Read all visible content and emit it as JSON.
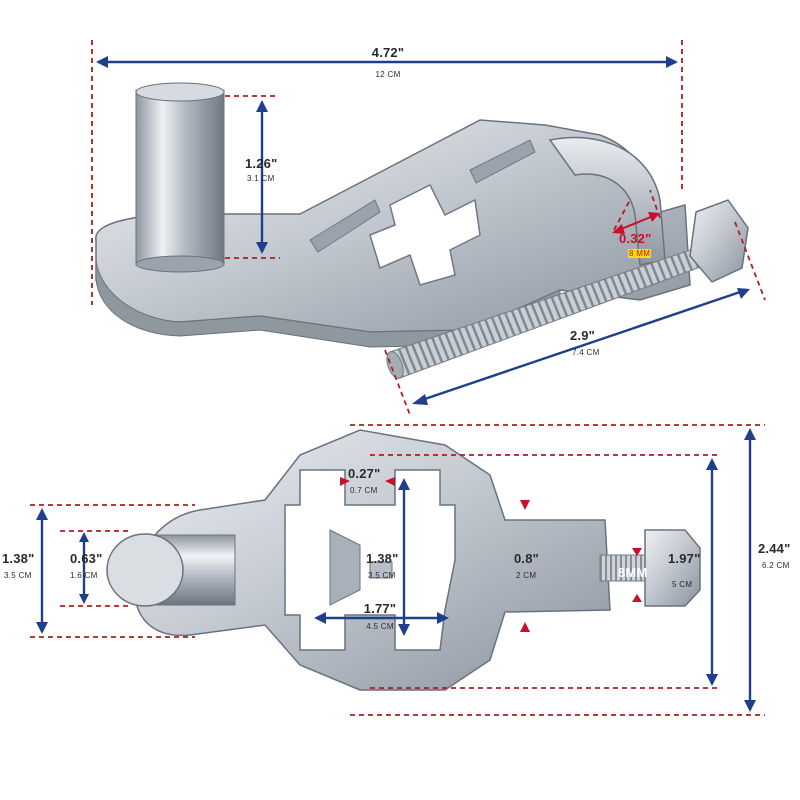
{
  "colors": {
    "dimension_line": "#1f3f8c",
    "guide_line": "#b01e1e",
    "marker": "#c8102e",
    "metal_light": "#e6e9ee",
    "metal_mid": "#b8bfc8",
    "metal_dark": "#7d8590",
    "highlight": "#f4e10a"
  },
  "top_view": {
    "overall_length": {
      "inch": "4.72\"",
      "cm": "12 CM"
    },
    "pin_height": {
      "inch": "1.26\"",
      "cm": "3.1 CM"
    },
    "bolt_diameter": {
      "inch": "0.32\"",
      "cm": "8 MM"
    },
    "bolt_length": {
      "inch": "2.9\"",
      "cm": "7.4 CM"
    }
  },
  "bottom_view": {
    "base_width": {
      "inch": "1.38\"",
      "cm": "3.5 CM"
    },
    "pin_diameter": {
      "inch": "0.63\"",
      "cm": "1.6 CM"
    },
    "slot_width": {
      "inch": "0.27\"",
      "cm": "0.7 CM"
    },
    "opening_height": {
      "inch": "1.38\"",
      "cm": "3.5 CM"
    },
    "opening_width": {
      "inch": "1.77\"",
      "cm": "4.5 CM"
    },
    "clamp_width": {
      "inch": "0.8\"",
      "cm": "2 CM"
    },
    "bolt_size": {
      "label": "8MM"
    },
    "inner_height": {
      "inch": "1.97\"",
      "cm": "5 CM"
    },
    "overall_height": {
      "inch": "2.44\"",
      "cm": "6.2 CM"
    }
  }
}
